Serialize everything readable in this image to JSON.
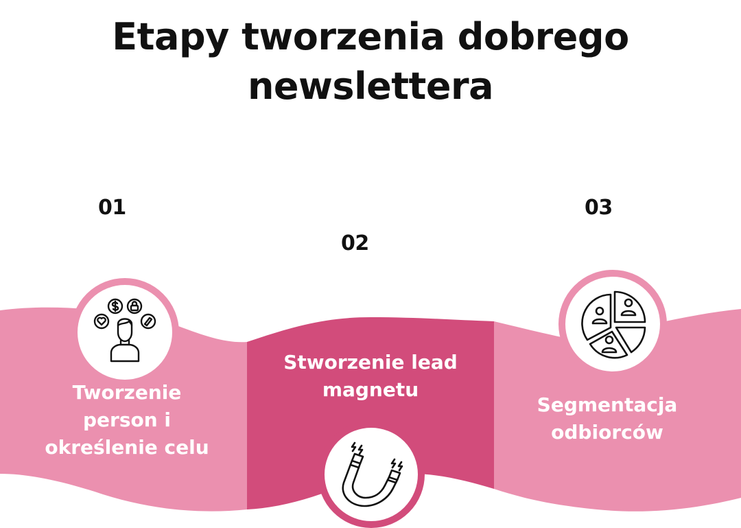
{
  "title": {
    "line1": "Etapy tworzenia dobrego",
    "line2": "newslettera"
  },
  "colors": {
    "light_pink": "#EB90AF",
    "dark_pink": "#D24C7B",
    "text_dark": "#111111",
    "text_light": "#FFFFFF"
  },
  "steps": [
    {
      "number": "01",
      "label_lines": [
        "Tworzenie",
        "person i",
        "określenie celu"
      ],
      "icon": "persona-icon"
    },
    {
      "number": "02",
      "label_lines": [
        "Stworzenie lead",
        "magnetu"
      ],
      "icon": "magnet-icon"
    },
    {
      "number": "03",
      "label_lines": [
        "Segmentacja",
        "odbiorców"
      ],
      "icon": "audience-segment-pie-icon"
    }
  ]
}
